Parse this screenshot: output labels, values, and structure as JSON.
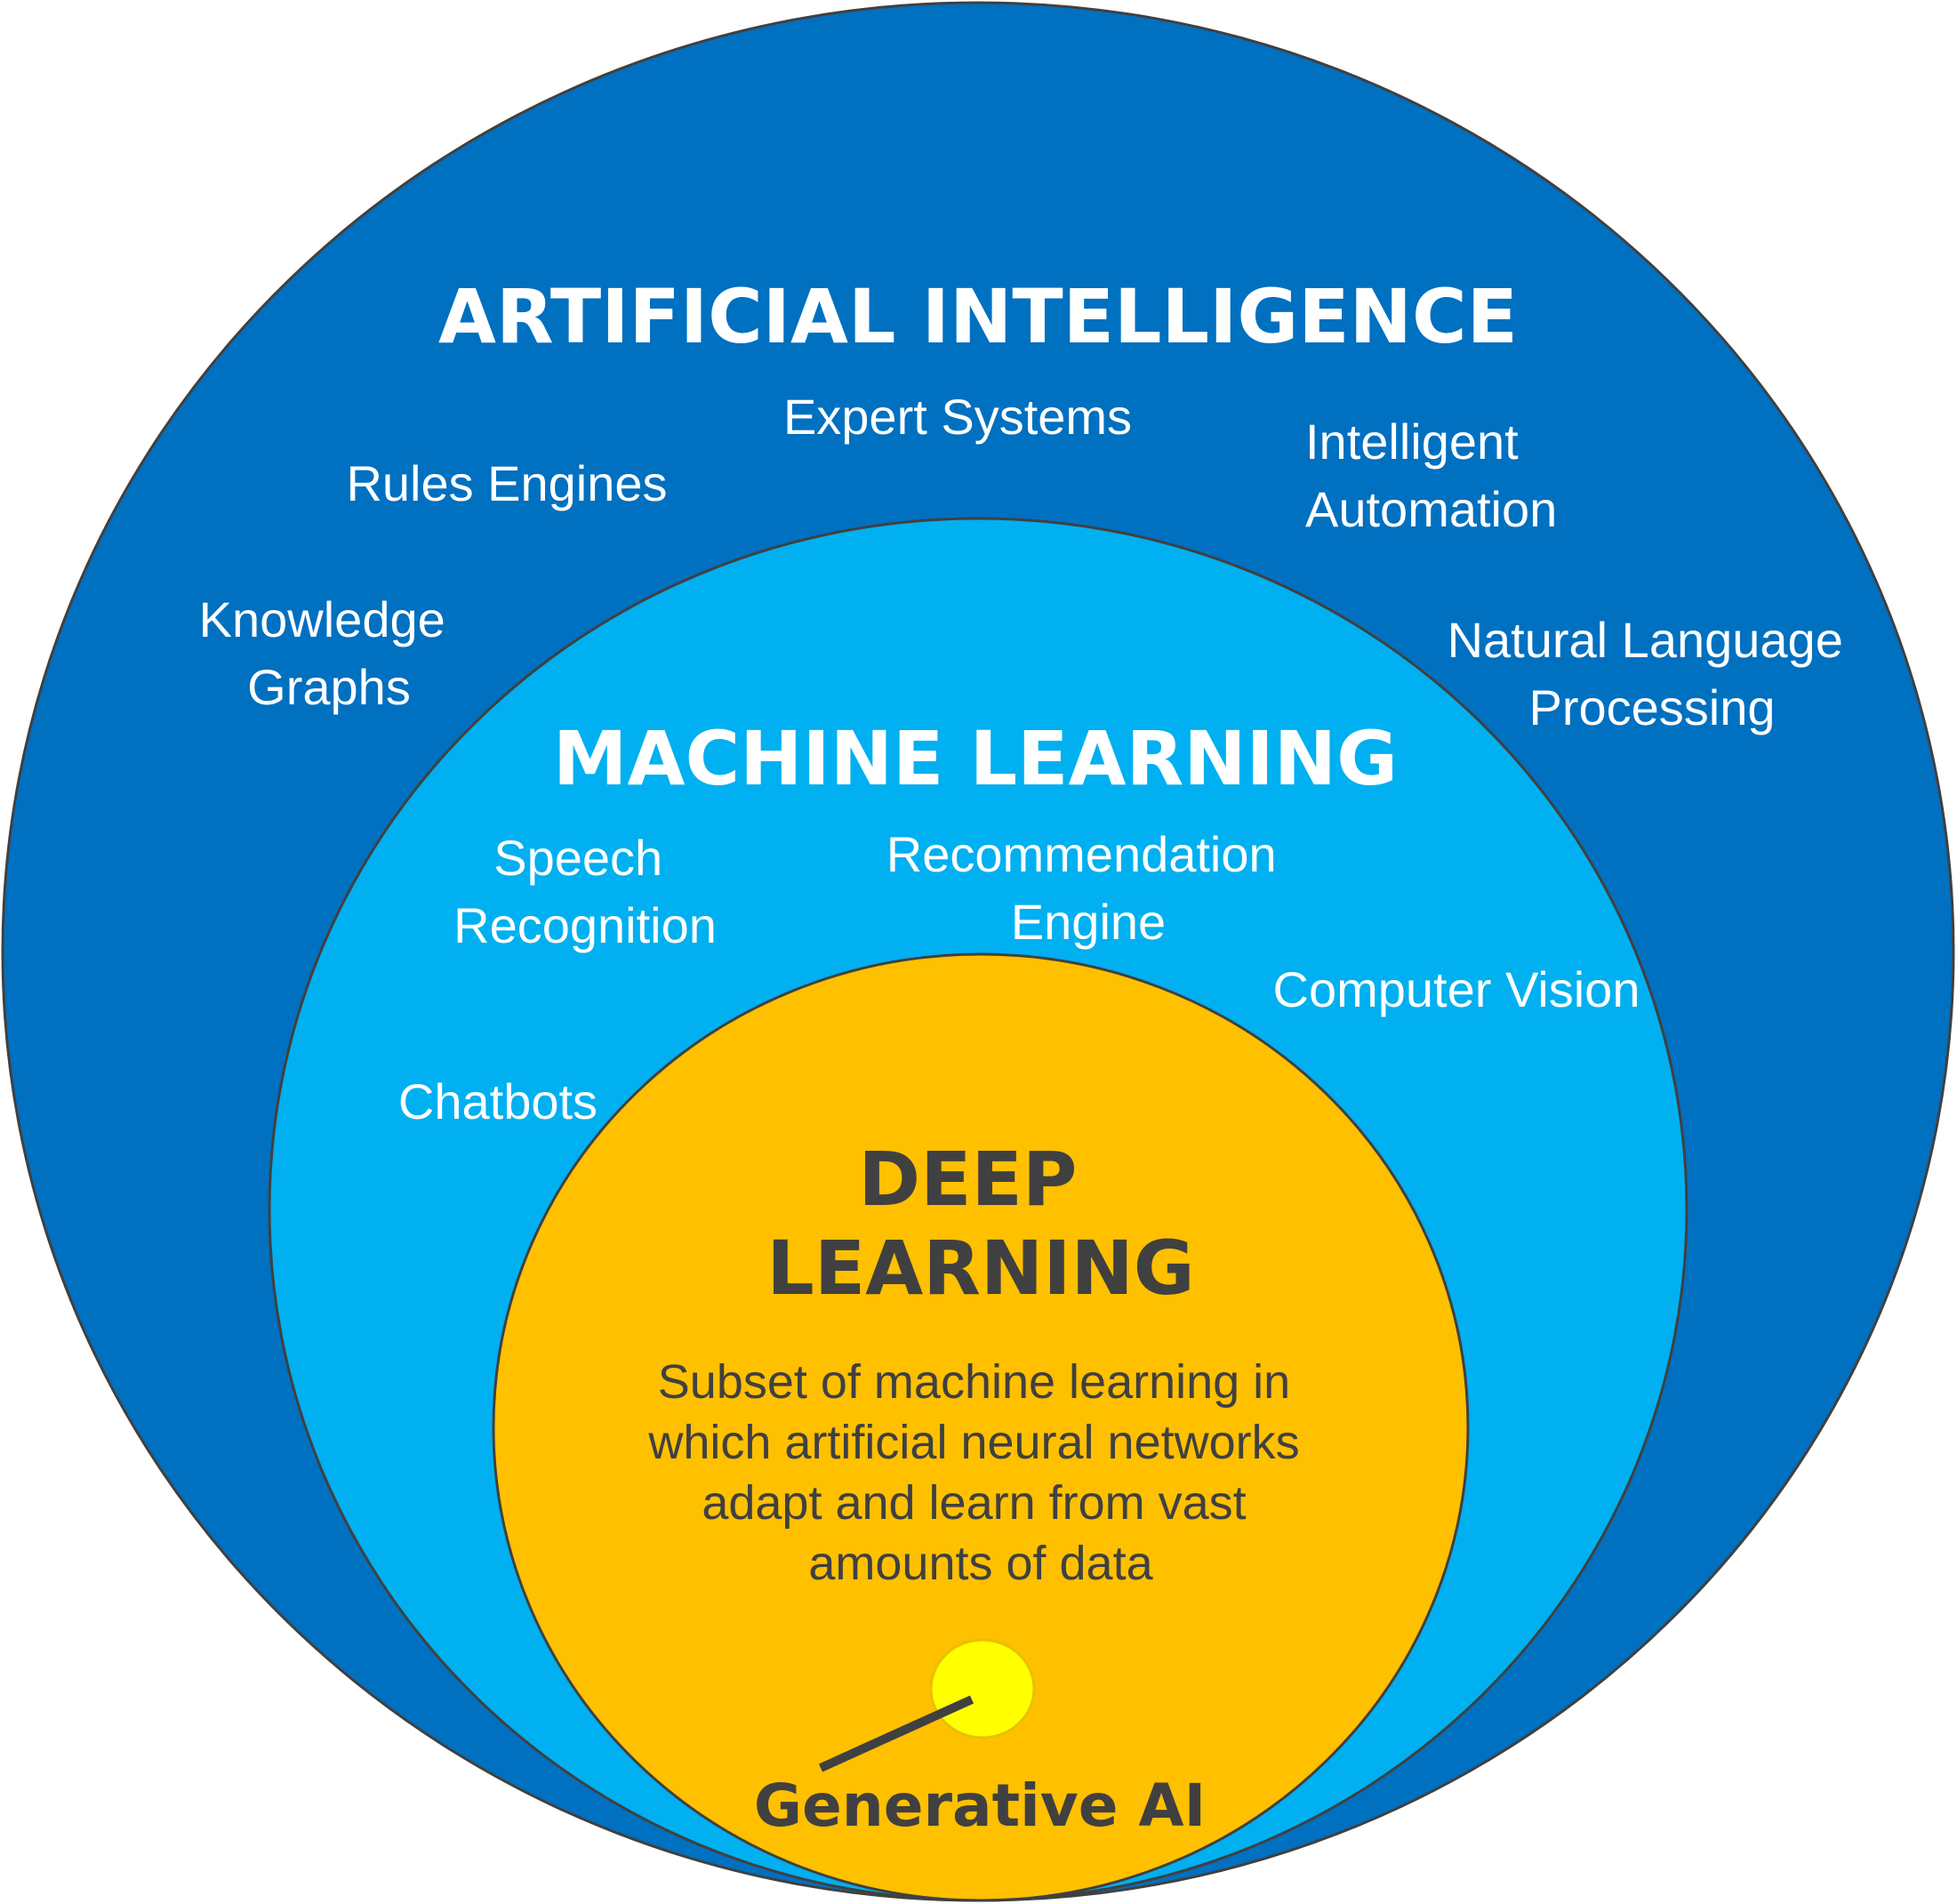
{
  "colors": {
    "ai_circle": "#0070C0",
    "ml_circle": "#00B0F0",
    "dl_circle": "#FFC000",
    "genai_dot": "#FFFF00",
    "outline": "#404040",
    "light_text": "#FFFFFF",
    "dark_text": "#404040"
  },
  "ai": {
    "title": "ARTIFICIAL INTELLIGENCE",
    "items": [
      {
        "lines": [
          "Expert Systems"
        ]
      },
      {
        "lines": [
          "Rules Engines"
        ]
      },
      {
        "lines": [
          "Intelligent",
          "Automation"
        ]
      },
      {
        "lines": [
          "Knowledge",
          "Graphs"
        ]
      },
      {
        "lines": [
          "Natural Language",
          "Processing"
        ]
      }
    ]
  },
  "ml": {
    "title": "MACHINE LEARNING",
    "items": [
      {
        "lines": [
          "Speech",
          "Recognition"
        ]
      },
      {
        "lines": [
          "Recommendation",
          "Engine"
        ]
      },
      {
        "lines": [
          "Computer Vision"
        ]
      },
      {
        "lines": [
          "Chatbots"
        ]
      }
    ]
  },
  "dl": {
    "title_lines": [
      "DEEP",
      "LEARNING"
    ],
    "description_lines": [
      "Subset of machine learning in",
      "which artificial neural networks",
      "adapt and learn from vast",
      "amounts of data"
    ]
  },
  "genai": {
    "label": "Generative AI",
    "icon": "dot-with-pointer-line"
  }
}
